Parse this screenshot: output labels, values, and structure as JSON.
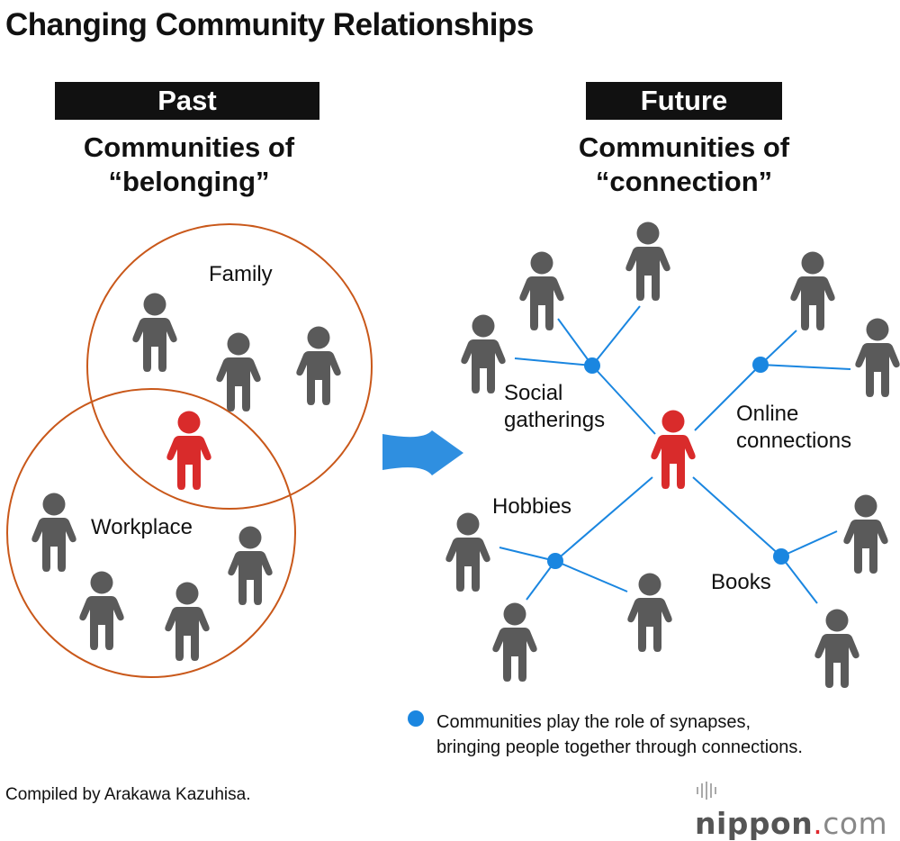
{
  "title": "Changing Community Relationships",
  "past": {
    "tag": "Past",
    "heading_line1": "Communities of",
    "heading_line2": "“belonging”",
    "circles": [
      "Family",
      "Workplace"
    ]
  },
  "future": {
    "tag": "Future",
    "heading_line1": "Communities of",
    "heading_line2": "“connection”",
    "hubs": [
      "Social gatherings",
      "Online connections",
      "Hobbies",
      "Books"
    ],
    "hub_label_lines": {
      "social": [
        "Social",
        "gatherings"
      ],
      "online": [
        "Online",
        "connections"
      ]
    }
  },
  "legend": {
    "line1": "Communities play the role of synapses,",
    "line2": "bringing people together through connections."
  },
  "credit": "Compiled by Arakawa Kazuhisa.",
  "logo": {
    "name": "nippon",
    "dot": ".",
    "tld": "com"
  },
  "colors": {
    "person": "#5a5a5a",
    "self": "#d92b2b",
    "circle": "#c9581a",
    "link": "#1a86e0",
    "arrow": "#2f8fe0"
  }
}
